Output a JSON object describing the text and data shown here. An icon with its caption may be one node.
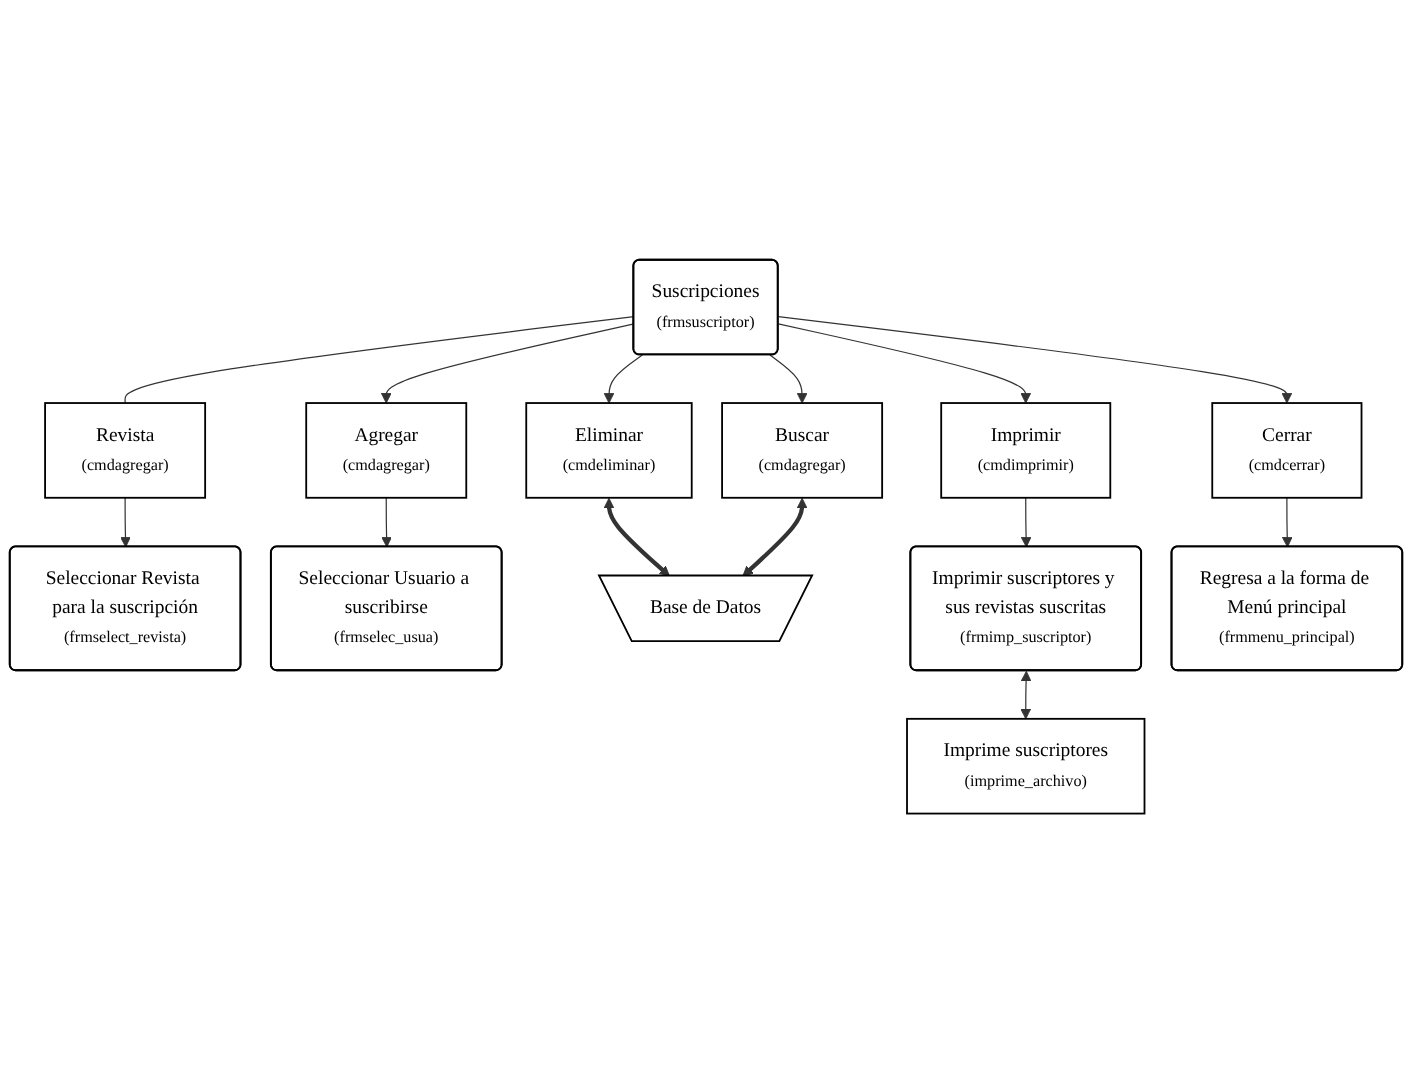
{
  "diagram": {
    "nodes": [
      {
        "text": [
          "Suscripciones",
          "(frmsuscriptor)"
        ]
      },
      {
        "text": [
          "Revista",
          "(cmdagregar)"
        ]
      },
      {
        "text": [
          "Seleccionar Revista para la suscripción",
          "(frmselect_revista)"
        ]
      },
      {
        "text": [
          "Agregar",
          "(cmdagregar)"
        ]
      },
      {
        "text": [
          "Eliminar",
          "(cmdeliminar)"
        ]
      },
      {
        "text": [
          "Buscar",
          "(cmdagregar)"
        ]
      },
      {
        "text": [
          "Imprimir",
          "(cmdimprimir)"
        ]
      },
      {
        "text": [
          "Cerrar",
          "(cmdcerrar)"
        ]
      },
      {
        "text": [
          "Seleccionar Usuario a suscribirse",
          "(frmselec_usua)"
        ]
      },
      {
        "text": [
          "Base de Datos"
        ]
      },
      {
        "text": [
          "Imprimir suscriptores y sus revistas suscritas",
          "(frmimp_suscriptor)"
        ]
      },
      {
        "text": [
          "Imprime suscriptores",
          "(imprime_archivo)"
        ]
      },
      {
        "text": [
          "Regresa a la forma de Menú principal",
          "(frmmenu_principal)"
        ]
      }
    ],
    "edges": [
      {
        "from": 0,
        "to": 1,
        "arrow": "none"
      },
      {
        "from": 1,
        "to": 2,
        "arrow": "to"
      },
      {
        "from": 0,
        "to": 3,
        "arrow": "to"
      },
      {
        "from": 0,
        "to": 4,
        "arrow": "to"
      },
      {
        "from": 0,
        "to": 5,
        "arrow": "to"
      },
      {
        "from": 0,
        "to": 6,
        "arrow": "to"
      },
      {
        "from": 0,
        "to": 7,
        "arrow": "to"
      },
      {
        "from": 3,
        "to": 8,
        "arrow": "to"
      },
      {
        "from": 4,
        "to": 9,
        "arrow": "both",
        "style": "thick"
      },
      {
        "from": 5,
        "to": 9,
        "arrow": "both",
        "style": "thick"
      },
      {
        "from": 6,
        "to": 10,
        "arrow": "to"
      },
      {
        "from": 10,
        "to": 11,
        "arrow": "both"
      },
      {
        "from": 7,
        "to": 12,
        "arrow": "to"
      }
    ]
  }
}
